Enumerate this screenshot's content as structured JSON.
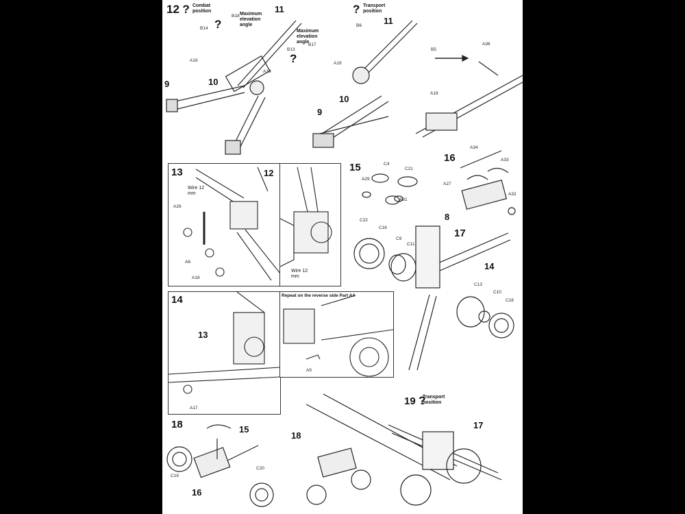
{
  "steps": {
    "s12": "12",
    "s13": "13",
    "s14": "14",
    "s15": "15",
    "s16": "16",
    "s17": "17",
    "s18": "18",
    "s19": "19",
    "s14b": "14",
    "s18b": "18"
  },
  "question_mark": "?",
  "notes": {
    "combat": "Combat position",
    "transport": "Transport position",
    "transport19": "Transport position",
    "max1": "Maximum elevation angle",
    "max2": "Maximum elevation angle",
    "wire1": "Wire 12 mm",
    "wire2": "Wire 12 mm",
    "repeat": "Repeat on the reverse side Part A4"
  },
  "parts": {
    "b18": "B18",
    "b14": "B14",
    "a19a": "A19",
    "a19b": "A19",
    "b13": "B13",
    "b17": "B17",
    "b6": "B6",
    "a19c": "A19",
    "b5": "B5",
    "a19d": "A19",
    "a36": "A36",
    "a26": "A26",
    "a6": "A6",
    "a18": "A18",
    "c4": "C4",
    "c21": "C21",
    "a29": "A29",
    "a31": "A31",
    "c22": "C22",
    "a34": "A34",
    "a33": "A33",
    "a27": "A27",
    "a32": "A32",
    "c16": "C16",
    "c9": "C9",
    "c11": "C11",
    "c13": "C13",
    "c10": "C10",
    "c18": "C18",
    "a17": "A17",
    "a5": "A5",
    "c19": "C19",
    "c20": "C20"
  },
  "subassemblies": {
    "n11a": "11",
    "n10a": "10",
    "n9a": "9",
    "n11b": "11",
    "n10b": "10",
    "n9b": "9",
    "n12": "12",
    "n8": "8",
    "n14": "14",
    "n13": "13",
    "n15": "15",
    "n16": "16",
    "n18": "18",
    "n17": "17"
  }
}
